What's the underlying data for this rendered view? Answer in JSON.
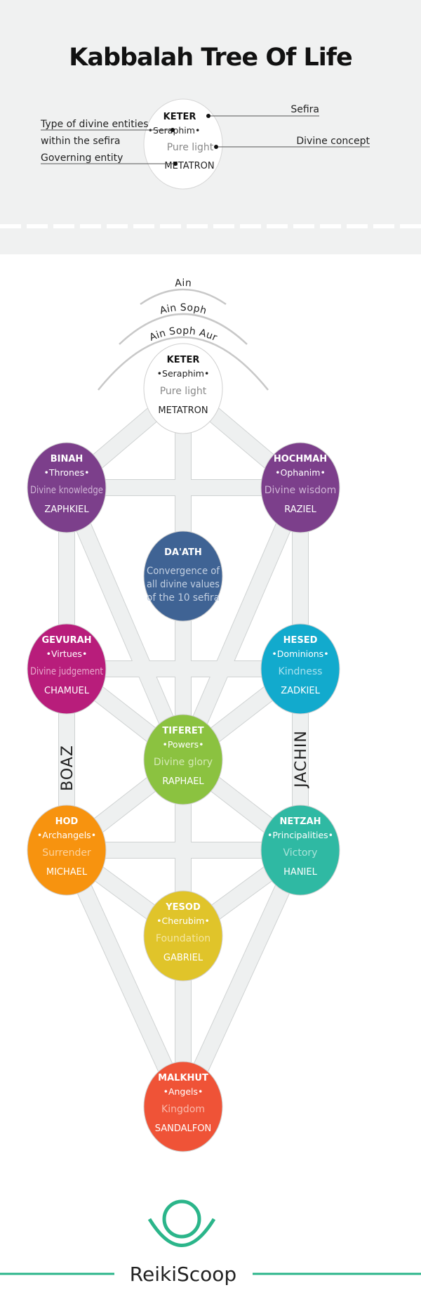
{
  "title": "Kabbalah Tree Of Life",
  "legend": {
    "sample": {
      "name": "KETER",
      "entities": "•Seraphim•",
      "concept": "Pure light",
      "governor": "METATRON"
    },
    "sefira_label": "Sefira",
    "entities_label_1": "Type of divine entities",
    "entities_label_2": "within the sefira",
    "concept_label": "Divine concept",
    "governor_label": "Governing entity"
  },
  "veils": [
    "Ain",
    "Ain Soph",
    "Ain Soph Aur"
  ],
  "pillars": {
    "left": "BOAZ",
    "right": "JACHIN"
  },
  "sefirot": [
    {
      "id": "keter",
      "name": "KETER",
      "entities": "•Seraphim•",
      "concept": "Pure light",
      "governor": "METATRON",
      "color": "#ffffff",
      "text": "#222222",
      "concept_color": "#888888"
    },
    {
      "id": "binah",
      "name": "BINAH",
      "entities": "•Thrones•",
      "concept": "Divine knowledge",
      "governor": "ZAPHKIEL",
      "color": "#7c3f8b",
      "text": "#ffffff",
      "concept_color": "#cfb3d6"
    },
    {
      "id": "hochmah",
      "name": "HOCHMAH",
      "entities": "•Ophanim•",
      "concept": "Divine wisdom",
      "governor": "RAZIEL",
      "color": "#7c3f8b",
      "text": "#ffffff",
      "concept_color": "#cfb3d6"
    },
    {
      "id": "daath",
      "name": "DA'ATH",
      "concept_lines": [
        "Convergence of",
        "all divine values",
        "of the 10 sefira"
      ],
      "color": "#3f6394",
      "text": "#ffffff",
      "concept_color": "#c3d0e2"
    },
    {
      "id": "gevurah",
      "name": "GEVURAH",
      "entities": "•Virtues•",
      "concept": "Divine judgement",
      "governor": "CHAMUEL",
      "color": "#b81d7b",
      "text": "#ffffff",
      "concept_color": "#e9a9cd"
    },
    {
      "id": "hesed",
      "name": "HESED",
      "entities": "•Dominions•",
      "concept": "Kindness",
      "governor": "ZADKIEL",
      "color": "#12aacd",
      "text": "#ffffff",
      "concept_color": "#a8e1ef"
    },
    {
      "id": "tiferet",
      "name": "TIFERET",
      "entities": "•Powers•",
      "concept": "Divine glory",
      "governor": "RAPHAEL",
      "color": "#8bc240",
      "text": "#ffffff",
      "concept_color": "#d5eab4"
    },
    {
      "id": "hod",
      "name": "HOD",
      "entities": "•Archangels•",
      "concept": "Surrender",
      "governor": "MICHAEL",
      "color": "#f7930f",
      "text": "#ffffff",
      "concept_color": "#fcd39d"
    },
    {
      "id": "netzah",
      "name": "NETZAH",
      "entities": "•Principalities•",
      "concept": "Victory",
      "governor": "HANIEL",
      "color": "#2fb9a3",
      "text": "#ffffff",
      "concept_color": "#a9e4da"
    },
    {
      "id": "yesod",
      "name": "YESOD",
      "entities": "•Cherubim•",
      "concept": "Foundation",
      "governor": "GABRIEL",
      "color": "#e0c42a",
      "text": "#ffffff",
      "concept_color": "#f4e6a0"
    },
    {
      "id": "malkhut",
      "name": "MALKHUT",
      "entities": "•Angels•",
      "concept": "Kingdom",
      "governor": "SANDALFON",
      "color": "#ef5337",
      "text": "#ffffff",
      "concept_color": "#f9b9ab"
    }
  ],
  "paths": [
    [
      "keter",
      "binah"
    ],
    [
      "keter",
      "hochmah"
    ],
    [
      "keter",
      "tiferet"
    ],
    [
      "binah",
      "hochmah"
    ],
    [
      "binah",
      "gevurah"
    ],
    [
      "binah",
      "tiferet"
    ],
    [
      "hochmah",
      "hesed"
    ],
    [
      "hochmah",
      "tiferet"
    ],
    [
      "gevurah",
      "hesed"
    ],
    [
      "gevurah",
      "tiferet"
    ],
    [
      "hesed",
      "tiferet"
    ],
    [
      "gevurah",
      "hod"
    ],
    [
      "hesed",
      "netzah"
    ],
    [
      "tiferet",
      "hod"
    ],
    [
      "tiferet",
      "netzah"
    ],
    [
      "tiferet",
      "yesod"
    ],
    [
      "hod",
      "netzah"
    ],
    [
      "hod",
      "yesod"
    ],
    [
      "netzah",
      "yesod"
    ],
    [
      "hod",
      "malkhut"
    ],
    [
      "netzah",
      "malkhut"
    ],
    [
      "yesod",
      "malkhut"
    ]
  ],
  "brand": {
    "name": "ReikiScoop",
    "color": "#2bb58a"
  },
  "colors": {
    "header_bg": "#f0f1f1",
    "path_fill": "#eef0f0",
    "path_edge": "#cfd2d2"
  }
}
